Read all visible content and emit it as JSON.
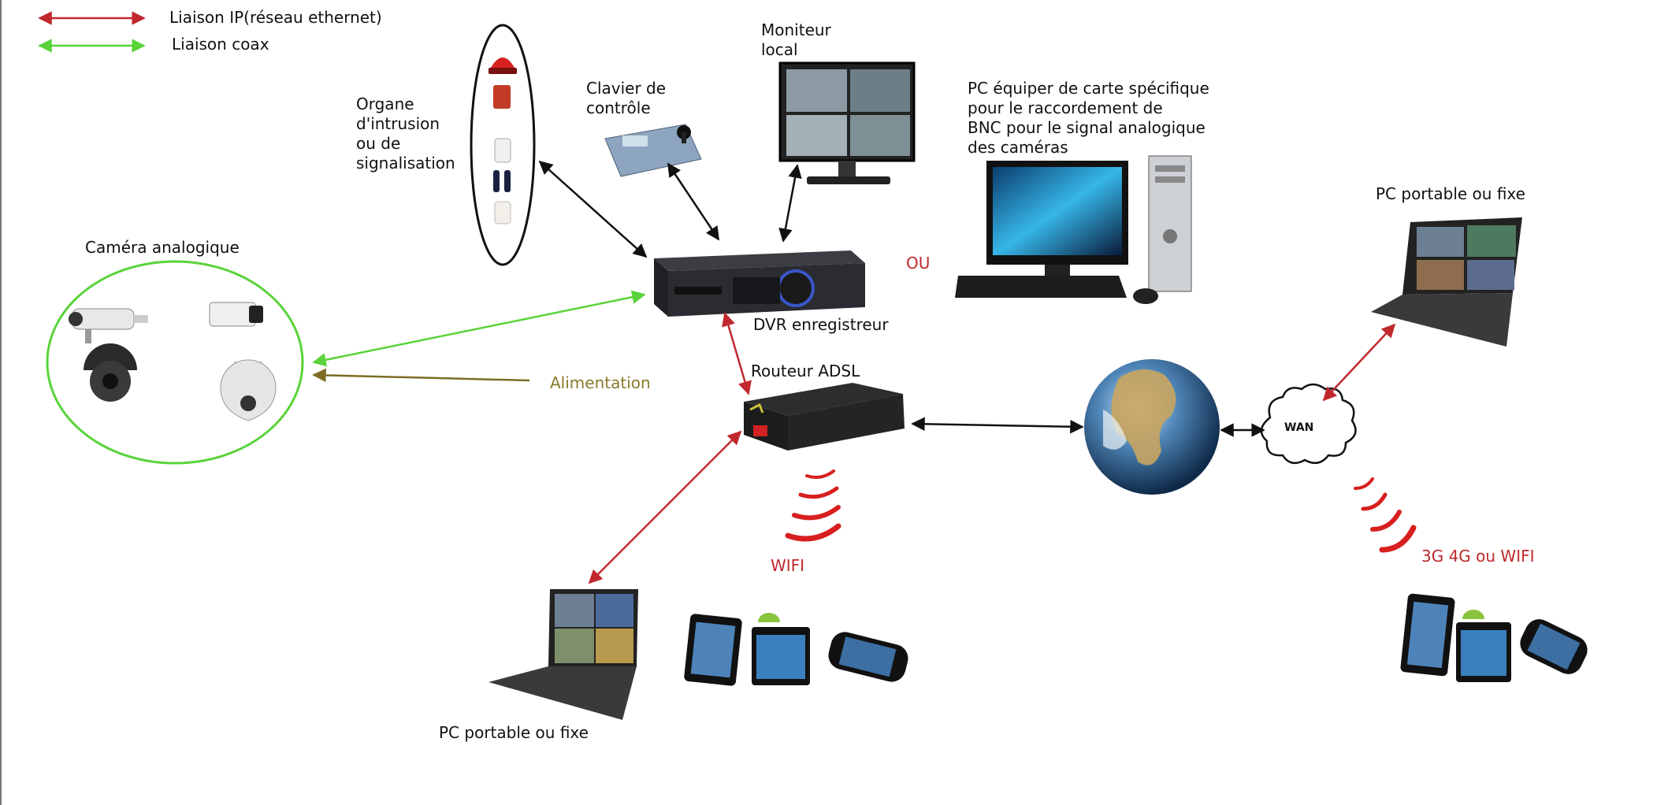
{
  "legend": {
    "ip_label": "Liaison IP(réseau ethernet)",
    "coax_label": "Liaison coax",
    "ip_color": "#c0282d",
    "coax_color": "#59d33a"
  },
  "labels": {
    "organe": "Organe\nd'intrusion\nou de\nsignalisation",
    "clavier": "Clavier de\ncontrôle",
    "moniteur": "Moniteur\nlocal",
    "pc_card": "PC équiper de carte spécifique\npour le raccordement de\nBNC pour le signal analogique\ndes caméras",
    "pc_right": "PC portable ou fixe",
    "camera": "Caméra analogique",
    "ou": "OU",
    "dvr": "DVR enregistreur",
    "alimentation": "Alimentation",
    "routeur": "Routeur ADSL",
    "wan": "WAN",
    "wifi": "WIFI",
    "mobile": "3G 4G ou WIFI",
    "pc_bottom": "PC portable ou fixe"
  },
  "colors": {
    "ip": "#c0282d",
    "coax": "#59d33a",
    "power": "#7d6d22",
    "link": "#111111"
  },
  "icons": {
    "alarm": "siren-icon",
    "keypad": "control-keyboard-icon",
    "monitor": "monitor-icon",
    "desktop": "desktop-pc-icon",
    "laptop": "laptop-icon",
    "dvr": "dvr-recorder-icon",
    "router": "adsl-router-icon",
    "globe": "globe-icon",
    "cloud": "wan-cloud-icon",
    "camera": "analog-camera-icon",
    "tablet": "tablet-icon",
    "phone": "smartphone-icon"
  }
}
